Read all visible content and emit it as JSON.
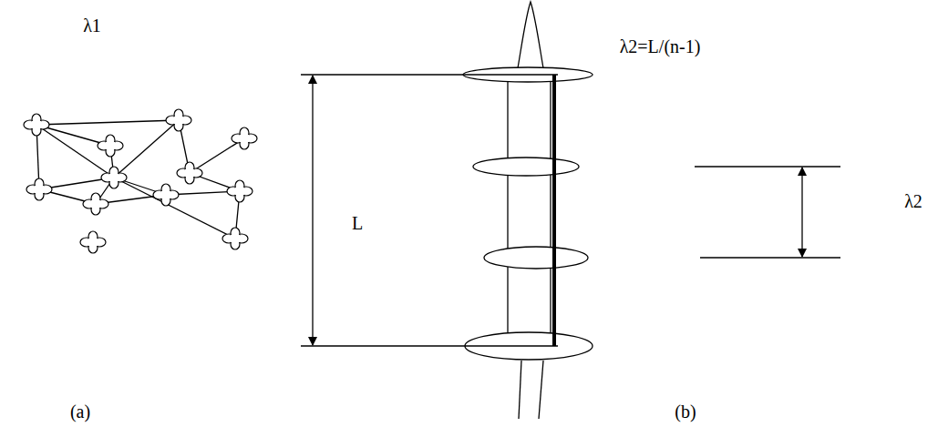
{
  "diagram": {
    "labels": [
      "λ1",
      "L",
      "λ2=L/(n-1)",
      "λ2",
      "(a)",
      "(b)"
    ]
  }
}
